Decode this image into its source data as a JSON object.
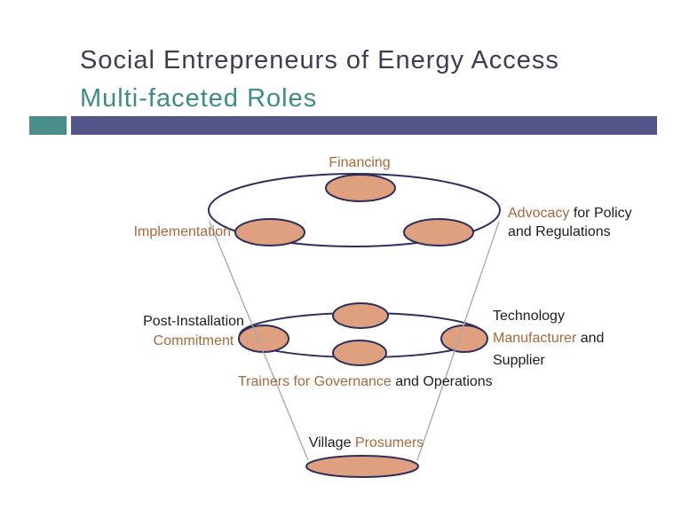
{
  "header": {
    "title": "Social Entrepreneurs of Energy Access",
    "subtitle": "Multi-faceted Roles"
  },
  "labels": {
    "financing": "Financing",
    "implementation": "Implementation",
    "advocacy": {
      "p1": "Advocacy",
      "p2": " for Policy",
      "line2": "and Regulations"
    },
    "post_installation": {
      "line1": "Post-Installation",
      "line2": "Commitment"
    },
    "technology": {
      "line1": "Technology",
      "line2_orange": "Manufacturer",
      "line2_rest": " and",
      "line3": "Supplier"
    },
    "trainers": {
      "p1": "Trainers for Governance",
      "p2": " and Operations"
    },
    "village": {
      "p1": "Village",
      "p2": " Prosumers"
    }
  },
  "colors": {
    "title_text": "#3f3e50",
    "subtitle_text": "#3e8b87",
    "accent_square": "#4a8e8b",
    "accent_bar": "#56558b",
    "ring_stroke": "#2e2e5c",
    "node_fill": "#dfa080",
    "funnel_line": "#a6a6a6",
    "label_orange": "#a9683c",
    "label_black": "#1c1c1c"
  }
}
